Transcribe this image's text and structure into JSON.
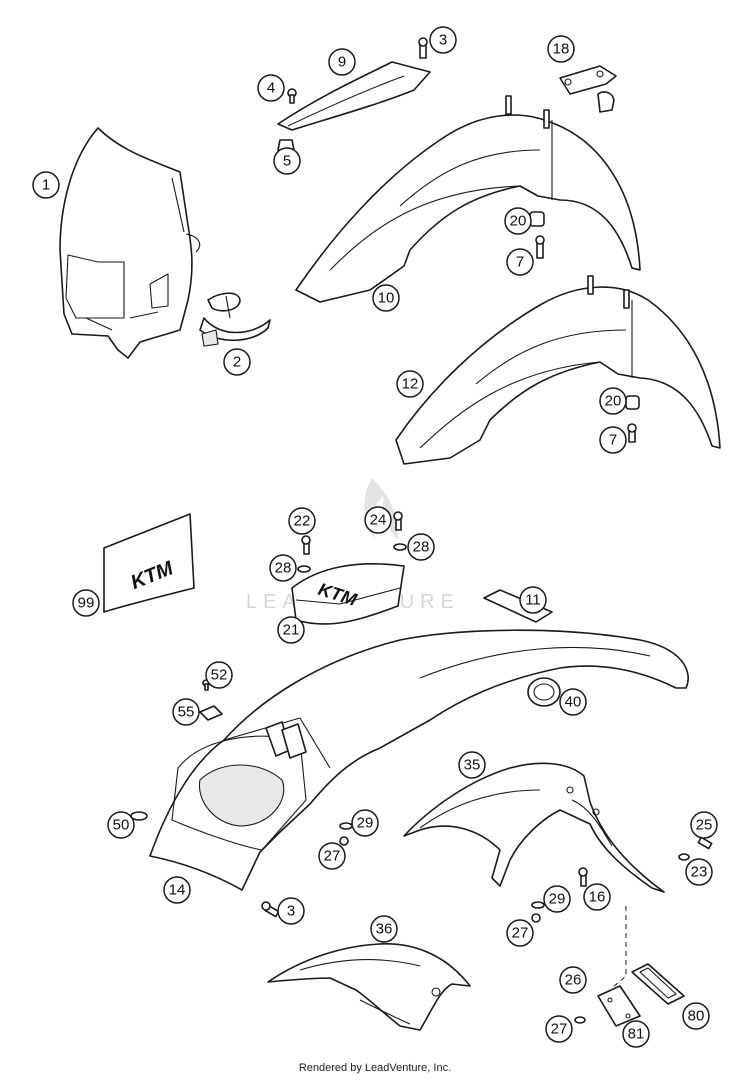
{
  "watermark": "LEADVENTURE",
  "footer": "Rendered by LeadVenture, Inc.",
  "brand_label": "KTM",
  "callouts": [
    {
      "id": "c1",
      "label": "1"
    },
    {
      "id": "c2",
      "label": "2"
    },
    {
      "id": "c3a",
      "label": "3"
    },
    {
      "id": "c4",
      "label": "4"
    },
    {
      "id": "c5",
      "label": "5"
    },
    {
      "id": "c9",
      "label": "9"
    },
    {
      "id": "c18",
      "label": "18"
    },
    {
      "id": "c10",
      "label": "10"
    },
    {
      "id": "c20a",
      "label": "20"
    },
    {
      "id": "c7a",
      "label": "7"
    },
    {
      "id": "c12",
      "label": "12"
    },
    {
      "id": "c20b",
      "label": "20"
    },
    {
      "id": "c7b",
      "label": "7"
    },
    {
      "id": "c22",
      "label": "22"
    },
    {
      "id": "c24",
      "label": "24"
    },
    {
      "id": "c28a",
      "label": "28"
    },
    {
      "id": "c28b",
      "label": "28"
    },
    {
      "id": "c99",
      "label": "99"
    },
    {
      "id": "c21",
      "label": "21"
    },
    {
      "id": "c11",
      "label": "11"
    },
    {
      "id": "c52",
      "label": "52"
    },
    {
      "id": "c55",
      "label": "55"
    },
    {
      "id": "c40",
      "label": "40"
    },
    {
      "id": "c35",
      "label": "35"
    },
    {
      "id": "c50",
      "label": "50"
    },
    {
      "id": "c29a",
      "label": "29"
    },
    {
      "id": "c27a",
      "label": "27"
    },
    {
      "id": "c25",
      "label": "25"
    },
    {
      "id": "c23",
      "label": "23"
    },
    {
      "id": "c14",
      "label": "14"
    },
    {
      "id": "c3b",
      "label": "3"
    },
    {
      "id": "c16",
      "label": "16"
    },
    {
      "id": "c29b",
      "label": "29"
    },
    {
      "id": "c27b",
      "label": "27"
    },
    {
      "id": "c36",
      "label": "36"
    },
    {
      "id": "c26",
      "label": "26"
    },
    {
      "id": "c80",
      "label": "80"
    },
    {
      "id": "c27c",
      "label": "27"
    },
    {
      "id": "c81",
      "label": "81"
    }
  ]
}
